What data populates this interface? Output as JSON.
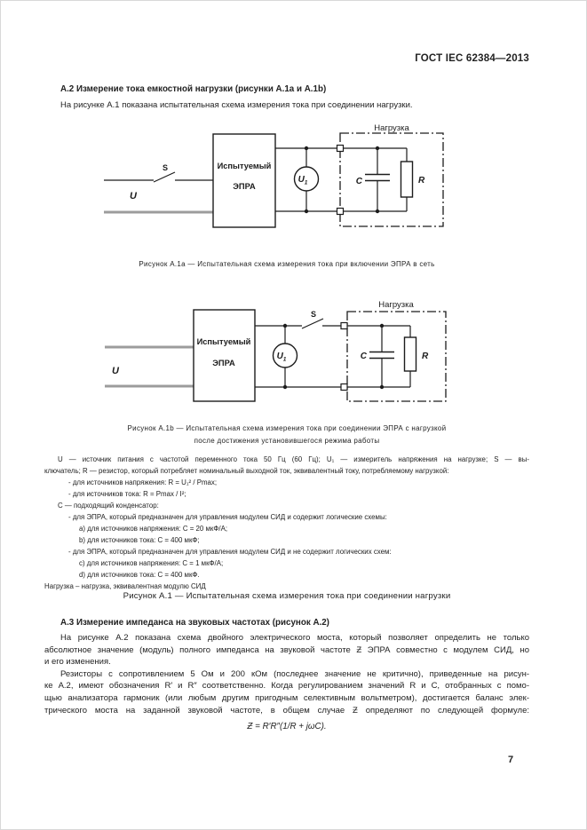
{
  "page": {
    "header_title": "ГОСТ IEC 62384—2013",
    "page_number": "7"
  },
  "colors": {
    "text": "#222222",
    "diagram_line": "#1c1c1c",
    "thick_wire_gray": "#9c9c9c",
    "paper": "#ffffff"
  },
  "section_a2": {
    "heading": "А.2 Измерение тока емкостной нагрузки (рисунки А.1а и А.1b)",
    "intro": "На рисунке А.1 показана испытательная схема измерения тока при соединении нагрузки."
  },
  "figure_a1a": {
    "load_label": "Нагрузка",
    "dut_line1": "Испытуемый",
    "dut_line2": "ЭПРА",
    "source_label": "U",
    "switch_label": "S",
    "meter_label": "U",
    "meter_subscript": "1",
    "capacitor_label": "C",
    "resistor_label": "R",
    "caption": "Рисунок А.1а — Испытательная схема измерения тока при включении ЭПРА в сеть"
  },
  "figure_a1b": {
    "load_label": "Нагрузка",
    "dut_line1": "Испытуемый",
    "dut_line2": "ЭПРА",
    "source_label": "U",
    "switch_label": "S",
    "meter_label": "U",
    "meter_subscript": "1",
    "capacitor_label": "C",
    "resistor_label": "R",
    "caption_line1": "Рисунок А.1b — Испытательная схема измерения тока при соединении ЭПРА с нагрузкой",
    "caption_line2": "после достижения установившегося режима работы"
  },
  "legend": {
    "lines": [
      "U — источник питания с частотой переменного тока 50 Гц (60 Гц); U₁ — измеритель напряжения на нагрузке; S — вы-",
      "ключатель; R — резистор, который потребляет номинальный выходной ток, эквивалентный току, потребляемому нагрузкой:",
      "- для источников напряжения: R = U₁² / Pmax;",
      "- для источников тока: R = Pmax / I²;",
      "С — подходящий конденсатор:",
      "- для ЭПРА, который предназначен для управления модулем СИД и содержит логические схемы:",
      "a) для источников напряжения: С = 20 мкФ/А;",
      "b) для источников тока: С = 400 мкФ;",
      "- для ЭПРА, который предназначен для управления модулем СИД и не содержит логических схем:",
      "c) для источников напряжения: С = 1 мкФ/А;",
      "d) для источников тока: С = 400 мкФ.",
      "Нагрузка – нагрузка, эквивалентная модулю СИД"
    ]
  },
  "figure_a1_caption": "Рисунок А.1 — Испытательная схема измерения тока при соединении нагрузки",
  "section_a3": {
    "heading": "А.3 Измерение импеданса на звуковых частотах (рисунок А.2)",
    "para1_lines": [
      "На рисунке А.2 показана схема двойного электрического моста, который позволяет определить не только",
      "абсолютное значение (модуль) полного импеданса на звуковой частоте  Ƶ  ЭПРА совместно с модулем СИД, но",
      "и его изменения."
    ],
    "para2_lines": [
      "Резисторы с сопротивлением 5 Ом и 200 кОм (последнее значение не критично), приведенные на рисун-",
      "ке А.2, имеют обозначения R′ и R″ соответственно. Когда регулированием значений R и С, отобранных с помо-",
      "щью анализатора гармоник (или любым другим пригодным селективным вольтметром), достигается баланс элек-",
      "трического моста на заданной звуковой частоте, в общем случае  Ƶ  определяют по следующей формуле:"
    ],
    "formula": "Ƶ = R′R″(1/R + jωC)."
  }
}
